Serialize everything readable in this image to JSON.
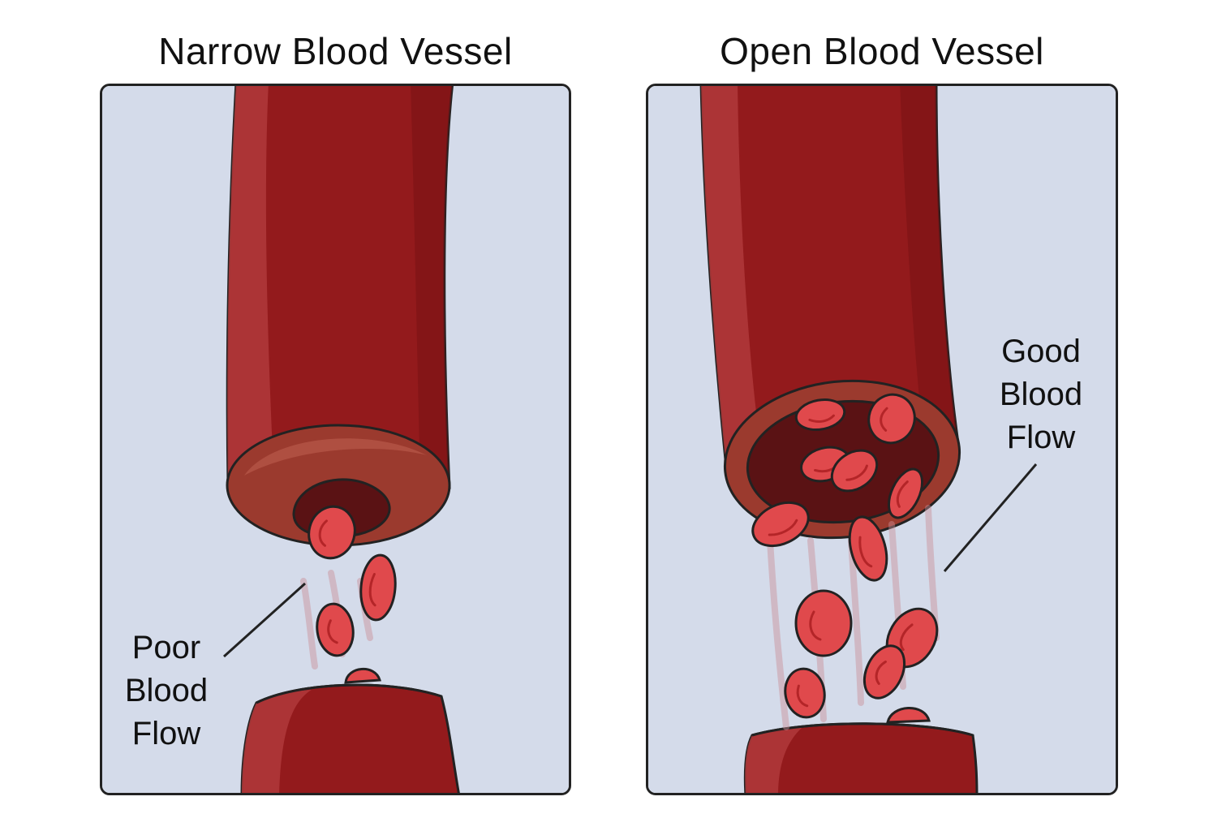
{
  "colors": {
    "background": "#d4dbea",
    "vessel_dark": "#931a1c",
    "vessel_highlight": "#b0393b",
    "vessel_cut": "#9b3a2e",
    "lumen": "#5a1214",
    "cell": "#e0494c",
    "cell_inner": "#b42528",
    "outline": "#222222"
  },
  "panels": {
    "left": {
      "title": "Narrow Blood Vessel",
      "label_lines": [
        "Poor",
        "Blood",
        "Flow"
      ]
    },
    "right": {
      "title": "Open Blood Vessel",
      "label_lines": [
        "Good",
        "Blood",
        "Flow"
      ]
    }
  }
}
